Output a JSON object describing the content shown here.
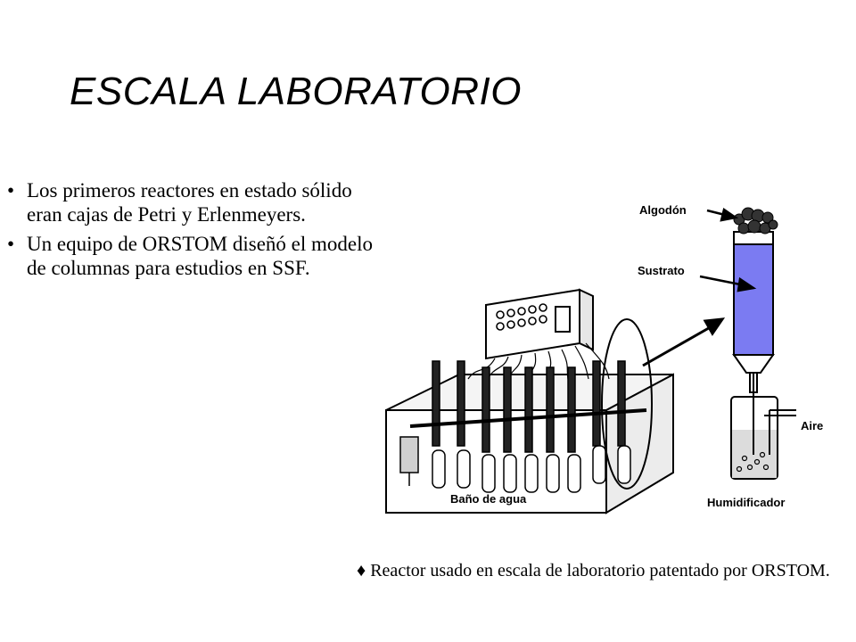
{
  "slide": {
    "title": "ESCALA LABORATORIO",
    "bullets": [
      {
        "marker": "•",
        "text": "Los primeros reactores en estado sólido eran cajas de Petri y Erlenmeyers."
      },
      {
        "marker": "•",
        "text": "Un equipo de ORSTOM diseñó el modelo de columnas para estudios en SSF."
      }
    ],
    "caption": {
      "marker": "♦",
      "text": "Reactor usado en escala de laboratorio patentado por ORSTOM."
    }
  },
  "diagram": {
    "labels": {
      "cotton": "Algodón",
      "substrate": "Sustrato",
      "air": "Aire",
      "humidifier": "Humidificador",
      "water_bath": "Baño de agua"
    },
    "colors": {
      "substrate_fill": "#7b7bf2",
      "water": "#dcdcdc",
      "line": "#000000"
    }
  }
}
